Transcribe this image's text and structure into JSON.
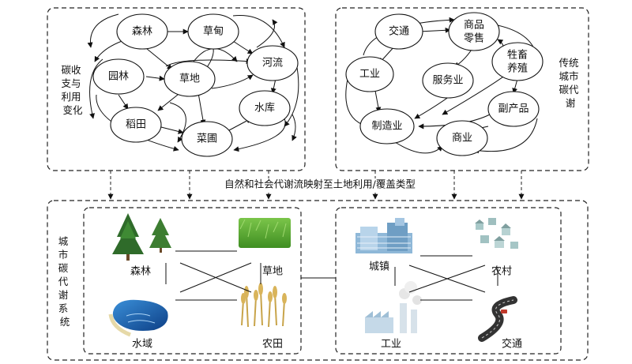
{
  "top_left": {
    "side_label": [
      "碳收",
      "支与",
      "利用",
      "变化"
    ],
    "nodes": {
      "forest": "森林",
      "grass_field": "草甸",
      "garden": "园林",
      "grassland": "草地",
      "river": "河流",
      "reservoir": "水库",
      "paddy": "稻田",
      "vegetable_garden": "菜圃"
    }
  },
  "top_right": {
    "side_label": [
      "传统",
      "城市",
      "碳代",
      "谢"
    ],
    "nodes": {
      "transport": "交通",
      "retail": [
        "商品",
        "零售"
      ],
      "industry": "工业",
      "service": "服务业",
      "livestock": [
        "牲畜",
        "养殖"
      ],
      "byproduct": "副产品",
      "manufacturing": "制造业",
      "commerce": "商业"
    }
  },
  "banner": "自然和社会代谢流映射至土地利用/覆盖类型",
  "bottom": {
    "side_label": [
      "城",
      "市",
      "碳",
      "代",
      "谢",
      "系",
      "统"
    ],
    "left_labels": {
      "forest": "森林",
      "grassland": "草地",
      "water": "水域",
      "farmland": "农田"
    },
    "right_labels": {
      "town": "城镇",
      "village": "农村",
      "industry": "工业",
      "transport": "交通"
    }
  }
}
